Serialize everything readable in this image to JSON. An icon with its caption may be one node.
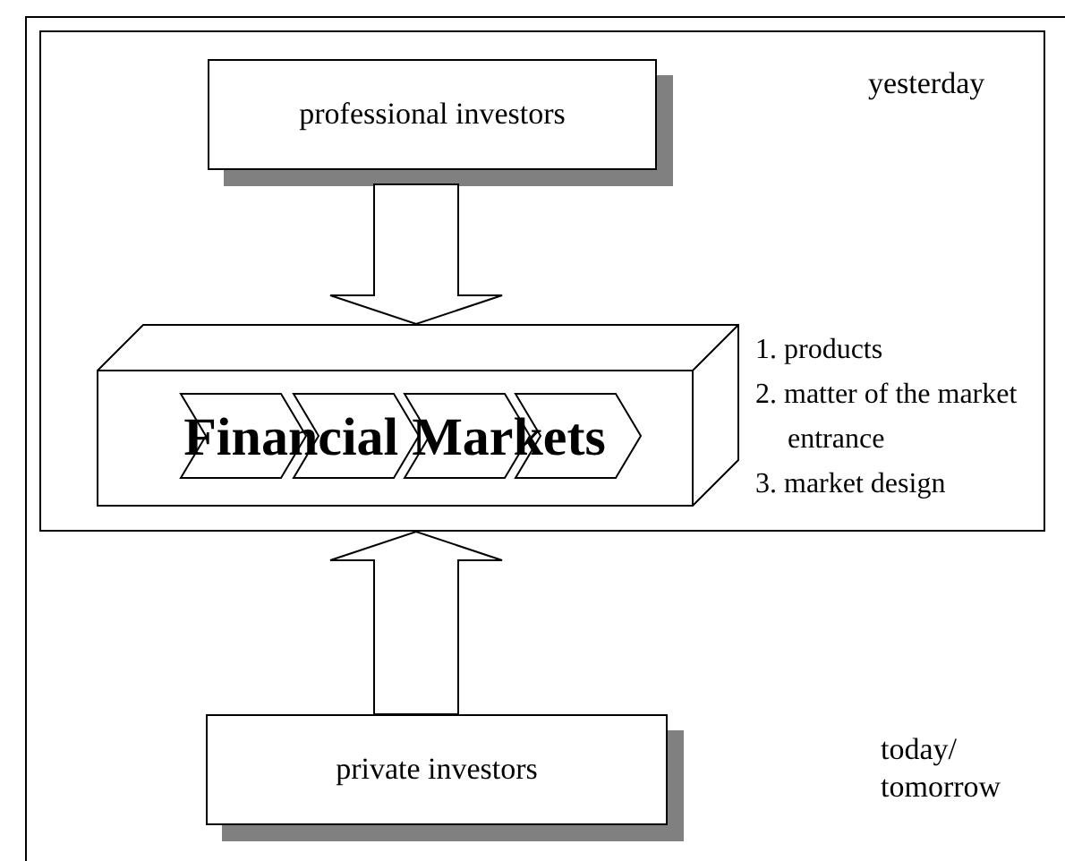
{
  "diagram": {
    "nodes": [
      {
        "text": [
          "yesterday"
        ]
      },
      {
        "text": [
          "professional investors"
        ],
        "in": 0
      },
      {
        "text": [
          "Financial Markets"
        ],
        "in": 0,
        "beside": [
          "1. products",
          "2. matter of the market entrance",
          "3. market design"
        ]
      },
      {
        "text": [
          "private investors"
        ]
      }
    ],
    "labels": [
      "today/ tomorrow"
    ],
    "edges": [
      {
        "from": 1,
        "to": 2,
        "arrow": "to"
      },
      {
        "from": 3,
        "to": 0,
        "arrow": "to"
      }
    ]
  }
}
